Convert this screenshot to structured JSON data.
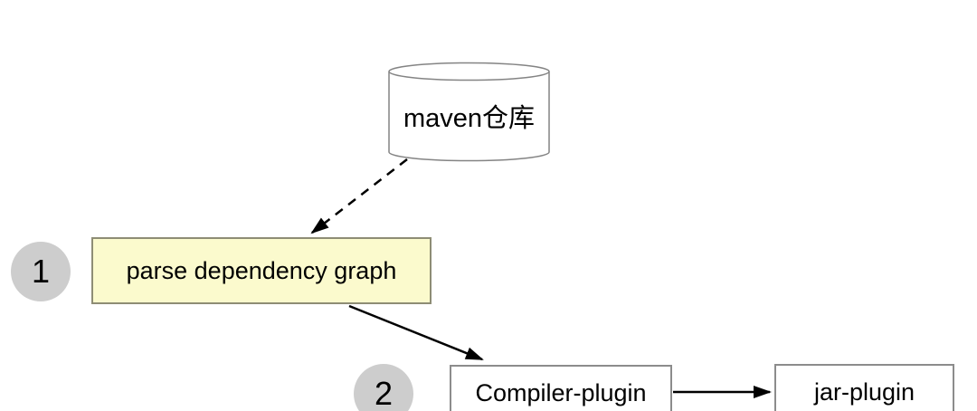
{
  "diagram": {
    "background": "#ffffff",
    "colors": {
      "node_fill": "#ffffff",
      "node_border": "#8c8c8c",
      "highlight_fill": "#fbfacd",
      "highlight_border": "#8e8d75",
      "step_circle_fill": "#cdcdcd",
      "cylinder_border": "#848484",
      "arrow": "#000000",
      "text": "#000000"
    },
    "nodes": {
      "maven_repo": {
        "label": "maven仓库",
        "shape": "cylinder"
      },
      "parse_dependency": {
        "label": "parse dependency graph",
        "shape": "rectangle",
        "highlighted": true
      },
      "compiler_plugin": {
        "label": "Compiler-plugin",
        "shape": "rectangle"
      },
      "jar_plugin": {
        "label": "jar-plugin",
        "shape": "rectangle"
      }
    },
    "steps": [
      {
        "label": "1",
        "attached_to": "parse_dependency"
      },
      {
        "label": "2",
        "attached_to": "compiler_plugin"
      }
    ],
    "edges": [
      {
        "from": "maven_repo",
        "to": "parse_dependency",
        "style": "dashed",
        "arrow": true
      },
      {
        "from": "parse_dependency",
        "to": "compiler_plugin",
        "style": "solid",
        "arrow": true
      },
      {
        "from": "compiler_plugin",
        "to": "jar_plugin",
        "style": "solid",
        "arrow": true
      }
    ]
  }
}
